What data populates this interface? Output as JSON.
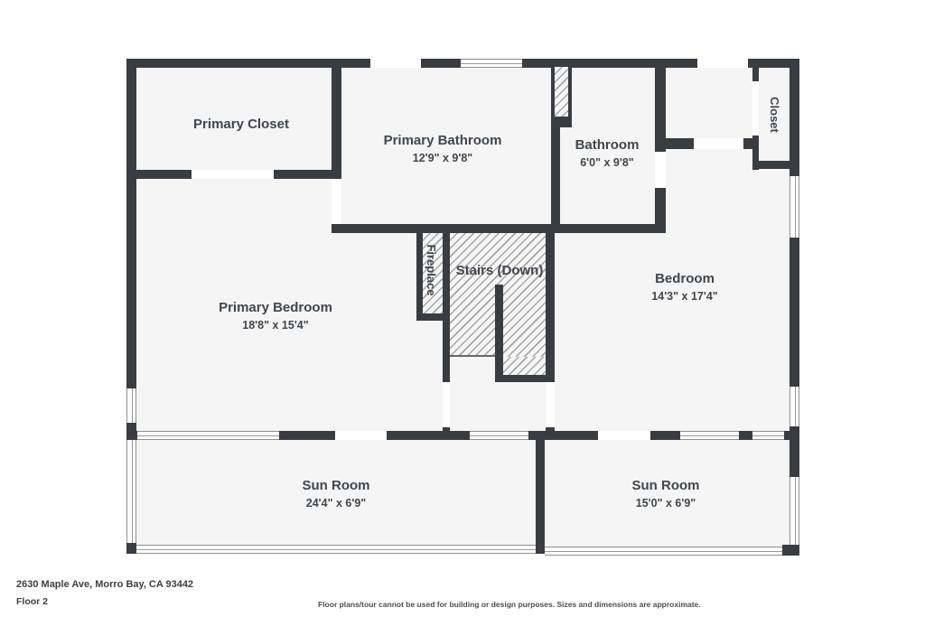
{
  "floorplan": {
    "rooms": [
      {
        "name": "Primary Closet",
        "dims": ""
      },
      {
        "name": "Primary Bathroom",
        "dims": "12'9\" x 9'8\""
      },
      {
        "name": "Bathroom",
        "dims": "6'0\" x 9'8\""
      },
      {
        "name": "Closet",
        "dims": ""
      },
      {
        "name": "Primary Bedroom",
        "dims": "18'8\" x 15'4\""
      },
      {
        "name": "Fireplace",
        "dims": ""
      },
      {
        "name": "Stairs (Down)",
        "dims": ""
      },
      {
        "name": "Bedroom",
        "dims": "14'3\" x 17'4\""
      },
      {
        "name": "Sun Room",
        "dims": "24'4\" x 6'9\""
      },
      {
        "name": "Sun Room",
        "dims": "15'0\" x 6'9\""
      }
    ]
  },
  "footer": {
    "address": "2630 Maple Ave, Morro Bay, CA 93442",
    "floor": "Floor 2",
    "disclaimer": "Floor plans/tour cannot be used for building or design purposes. Sizes and dimensions are approximate."
  },
  "colors": {
    "wall": "#393c40",
    "room_fill": "#f5f5f5",
    "label_text": "#41464c",
    "hatch_line": "#a5a5a5"
  }
}
